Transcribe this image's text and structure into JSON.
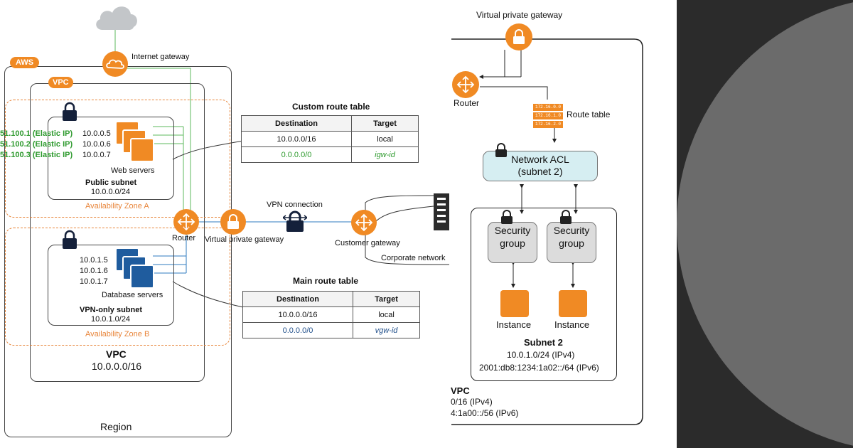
{
  "left": {
    "aws_tag": "AWS",
    "vpc_tag": "VPC",
    "internet_gateway": "Internet gateway",
    "public_ips": [
      {
        "prefix": "51.100.1",
        "elastic": "(Elastic IP)",
        "private": "10.0.0.5"
      },
      {
        "prefix": "51.100.2",
        "elastic": "(Elastic IP)",
        "private": "10.0.0.6"
      },
      {
        "prefix": "51.100.3",
        "elastic": "(Elastic IP)",
        "private": "10.0.0.7"
      }
    ],
    "web_servers": "Web servers",
    "public_subnet": {
      "title": "Public subnet",
      "cidr": "10.0.0.0/24"
    },
    "az_a": "Availability Zone A",
    "router": "Router",
    "vpg": "Virtual private gateway",
    "db_ips": [
      "10.0.1.5",
      "10.0.1.6",
      "10.0.1.7"
    ],
    "db_servers": "Database servers",
    "vpn_subnet": {
      "title": "VPN-only subnet",
      "cidr": "10.0.1.0/24"
    },
    "az_b": "Availability Zone B",
    "vpc": {
      "title": "VPC",
      "cidr": "10.0.0.0/16"
    },
    "region": "Region",
    "vpn_connection": "VPN connection",
    "customer_gateway": "Customer gateway",
    "corporate_network": "Corporate network",
    "custom_table": {
      "title": "Custom route table",
      "headers": [
        "Destination",
        "Target"
      ],
      "rows": [
        [
          "10.0.0.0/16",
          "local"
        ],
        [
          "0.0.0.0/0",
          "igw-id"
        ]
      ]
    },
    "main_table": {
      "title": "Main route table",
      "headers": [
        "Destination",
        "Target"
      ],
      "rows": [
        [
          "10.0.0.0/16",
          "local"
        ],
        [
          "0.0.0.0/0",
          "vgw-id"
        ]
      ]
    }
  },
  "right": {
    "vpg": "Virtual private gateway",
    "router": "Router",
    "route_table": "Route table",
    "route_table_rows": [
      "172.16.0.0",
      "172.16.1.0",
      "172.16.2.0"
    ],
    "nacl_line1": "Network ACL",
    "nacl_line2": "(subnet 2)",
    "sg_line1": "Security",
    "sg_line2": "group",
    "instance": "Instance",
    "subnet2": {
      "title": "Subnet 2",
      "ipv4": "10.0.1.0/24 (IPv4)",
      "ipv6": "2001:db8:1234:1a02::/64 (IPv6)"
    },
    "vpc": {
      "title": "VPC",
      "ipv4": "0/16 (IPv4)",
      "ipv6": "4:1a00::/56 (IPv6)"
    }
  },
  "colors": {
    "orange": "#f08a24",
    "green": "#2e9a2e",
    "navy": "#1f4e8a",
    "dark_panel": "#2b2b2b",
    "gray_circle": "#6b6b6b",
    "nacl_fill": "#d6eef2"
  }
}
